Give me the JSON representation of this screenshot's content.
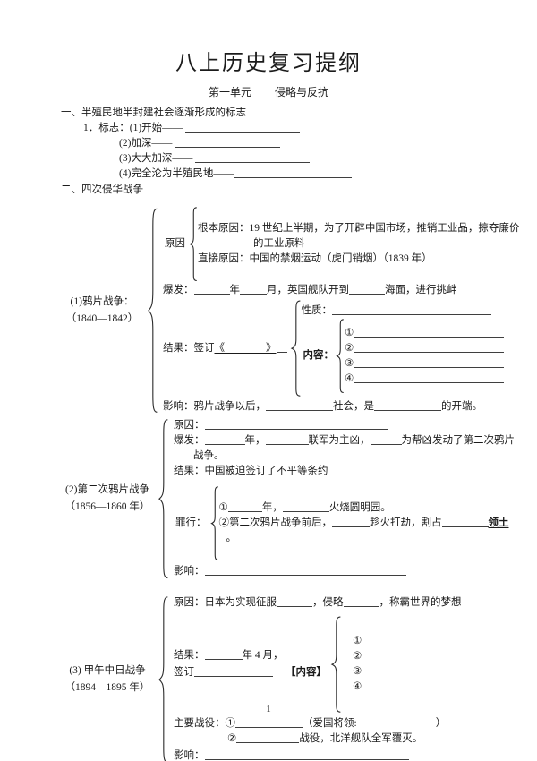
{
  "doc": {
    "title": "八上历史复习提纲",
    "subtitle": [
      {
        "t": "第一单元"
      },
      {
        "g": 26
      },
      {
        "t": "侵略与反抗"
      }
    ],
    "page_number": "1"
  },
  "section_one": {
    "heading": "一、半殖民地半封建社会逐渐形成的标志",
    "mark1": [
      {
        "t": "1．标志：(1)开始—— "
      },
      {
        "u": 128
      }
    ],
    "mark2": [
      {
        "t": "(2)加深—— "
      },
      {
        "u": 118
      }
    ],
    "mark3": [
      {
        "t": "(3)大大加深—— "
      },
      {
        "u": 128
      }
    ],
    "mark4": [
      {
        "t": "(4)完全沦为半殖民地——"
      },
      {
        "u": 132
      }
    ]
  },
  "section_two": {
    "heading": "二、四次侵华战争",
    "war1": {
      "name_line1": "(1)鸦片战争：",
      "name_line2": "（1840—1842）",
      "cause_label": "原因",
      "root_cause_line1": "根本原因：19 世纪上半期，为了开辟中国市场，推销工业品，掠夺廉价",
      "root_cause_line2": "的工业原料",
      "direct_cause": "直接原因：中国的禁烟运动（虎门销烟）（1839 年）",
      "outbreak": [
        {
          "t": "爆发："
        },
        {
          "u": 40
        },
        {
          "t": "年"
        },
        {
          "u": 30
        },
        {
          "t": "月，英国舰队开到"
        },
        {
          "u": 40
        },
        {
          "t": "海面，进行挑衅"
        }
      ],
      "result": [
        {
          "t": "结果：签订"
        },
        {
          "ut": "《　　　　》"
        },
        {
          "u": 12
        }
      ],
      "nature": [
        {
          "t": "性质："
        },
        {
          "u": 178
        }
      ],
      "content_label": "内容：",
      "content_items": {
        "i1": [
          {
            "t": "①"
          },
          {
            "u": 168
          }
        ],
        "i2": [
          {
            "t": "②"
          },
          {
            "u": 168
          }
        ],
        "i3": [
          {
            "t": "③"
          },
          {
            "u": 168
          }
        ],
        "i4": [
          {
            "t": "④"
          },
          {
            "u": 168
          }
        ]
      },
      "influence": [
        {
          "t": "影响：鸦片战争以后，"
        },
        {
          "u": 75
        },
        {
          "t": "社会，是"
        },
        {
          "u": 75
        },
        {
          "t": "的开端。"
        }
      ]
    },
    "war2": {
      "name_line1": "(2)第二次鸦片战争",
      "name_line2": "（1856—1860 年）",
      "cause": [
        {
          "t": "原因："
        },
        {
          "u": 205
        }
      ],
      "outbreak_line1": [
        {
          "t": "爆发："
        },
        {
          "u": 45
        },
        {
          "t": "年，"
        },
        {
          "u": 48
        },
        {
          "t": "联军为主凶，"
        },
        {
          "u": 35
        },
        {
          "t": "为帮凶发动了第二次鸦片"
        }
      ],
      "outbreak_line2": "战争。",
      "result": [
        {
          "t": "结果：中国被迫签订了不平等条约"
        },
        {
          "u": 55
        }
      ],
      "crime_label": "罪行：",
      "crime1": [
        {
          "t": "①"
        },
        {
          "u": 38
        },
        {
          "t": "年，"
        },
        {
          "u": 52
        },
        {
          "t": "火烧圆明园。"
        }
      ],
      "crime2": [
        {
          "t": "②第二次鸦片战争前后，"
        },
        {
          "u": 42
        },
        {
          "t": "趁火打劫，割占"
        },
        {
          "u": 52
        },
        {
          "bt": "领土"
        }
      ],
      "crime2_period": "。",
      "influence": [
        {
          "t": "影响："
        },
        {
          "u": 225
        }
      ]
    },
    "war3": {
      "name_line1": "(3) 甲午中日战争",
      "name_line2": "（1894—1895 年）",
      "cause": [
        {
          "t": "原因：日本为实现征服"
        },
        {
          "u": 40
        },
        {
          "t": "，侵略"
        },
        {
          "u": 40
        },
        {
          "t": "，称霸世界的梦想"
        }
      ],
      "result_line1": [
        {
          "t": "结果："
        },
        {
          "u": 42
        },
        {
          "t": "年 4 月，"
        }
      ],
      "result_line2": [
        {
          "t": "签订"
        },
        {
          "u": 88
        },
        {
          "g": 14
        },
        {
          "b": "【内容】"
        }
      ],
      "treaty_items": {
        "i1": "①",
        "i2": "②",
        "i3": "③",
        "i4": "④"
      },
      "battles_line1": [
        {
          "t": "主要战役：①"
        },
        {
          "u": 75
        },
        {
          "t": "（爱国将领:"
        },
        {
          "g": 88
        },
        {
          "t": "）"
        }
      ],
      "battles_line2": [
        {
          "t": "②"
        },
        {
          "u": 70
        },
        {
          "t": "战役，北洋舰队全军覆灭。"
        }
      ],
      "influence": [
        {
          "t": "影响："
        },
        {
          "u": 228
        }
      ]
    }
  }
}
